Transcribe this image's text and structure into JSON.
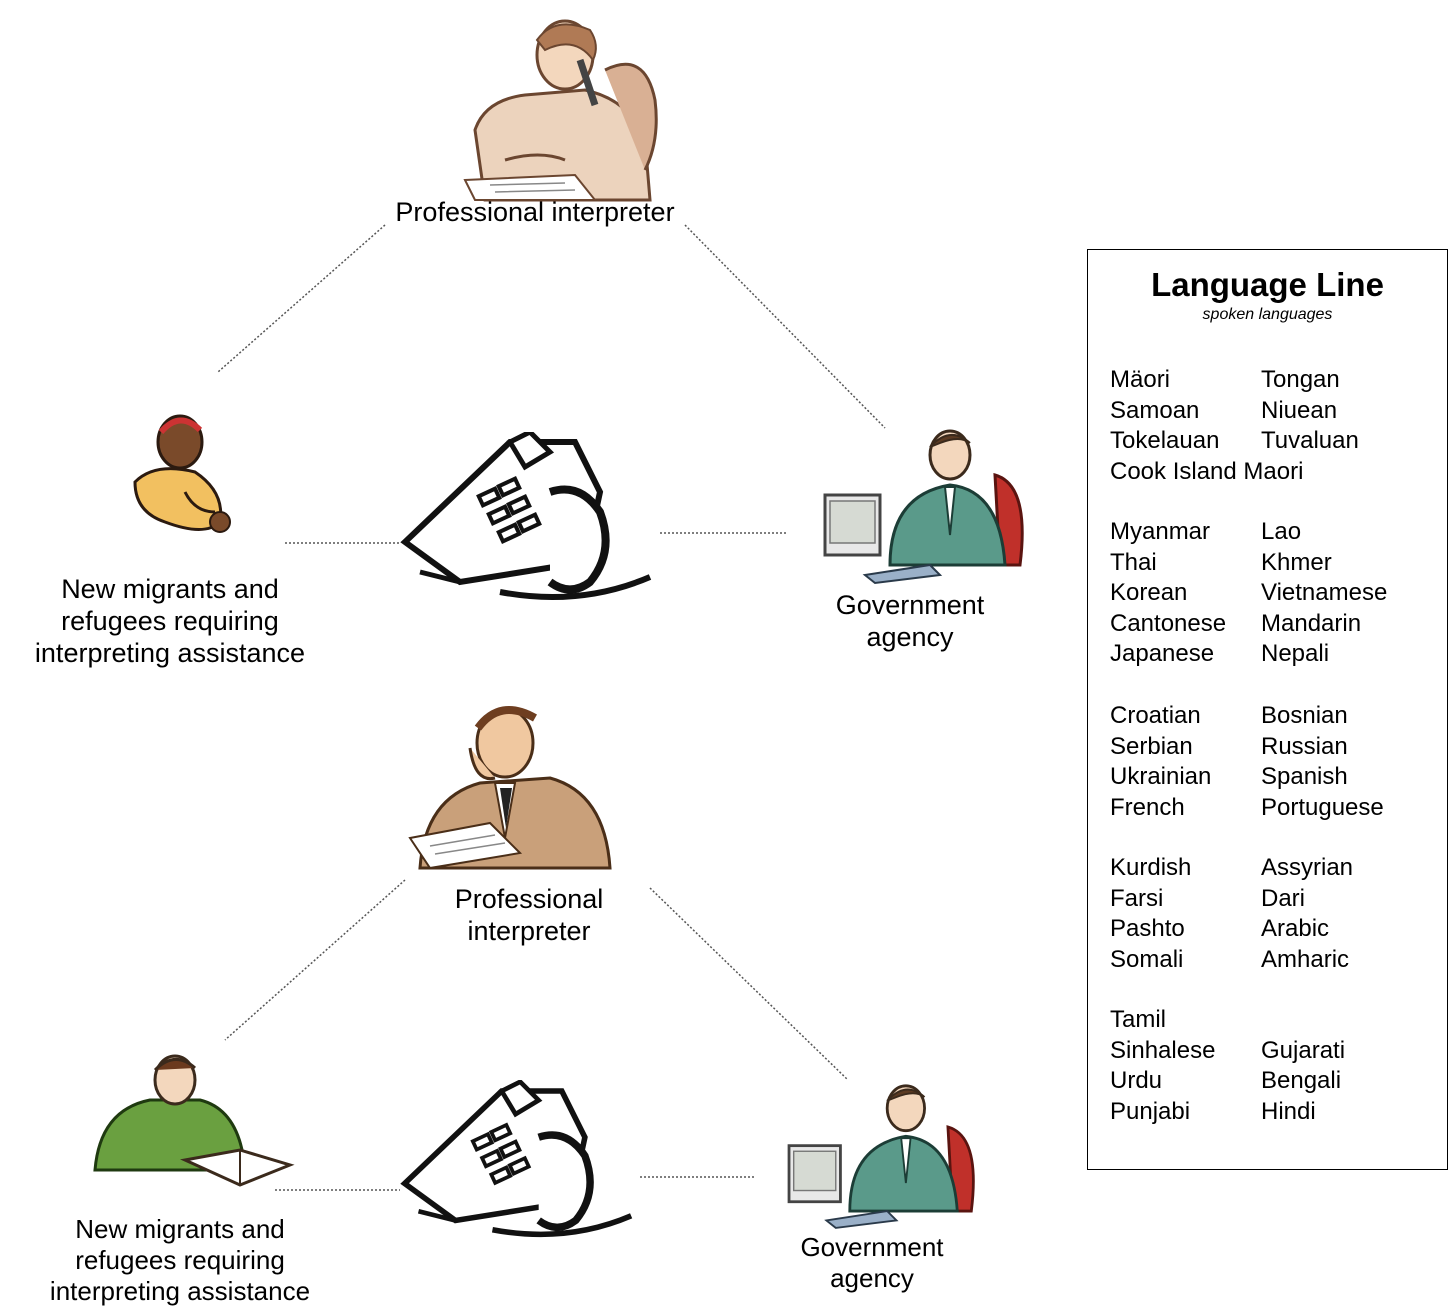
{
  "diagram_top": {
    "interpreter_label": "Professional interpreter",
    "migrant_label": [
      "New migrants and",
      "refugees requiring",
      "interpreting assistance"
    ],
    "agency_label": [
      "Government",
      "agency"
    ]
  },
  "diagram_bottom": {
    "interpreter_label": [
      "Professional",
      "interpreter"
    ],
    "migrant_label": [
      "New migrants and",
      "refugees requiring",
      "interpreting assistance"
    ],
    "agency_label": [
      "Government",
      "agency"
    ]
  },
  "legend": {
    "title": "Language Line",
    "subtitle": "spoken languages",
    "groups": [
      [
        [
          "Mäori",
          "Tongan"
        ],
        [
          "Samoan",
          "Niuean"
        ],
        [
          "Tokelauan",
          "Tuvaluan"
        ],
        [
          "Cook Island Maori",
          ""
        ]
      ],
      [
        [
          "Myanmar",
          "Lao"
        ],
        [
          "Thai",
          "Khmer"
        ],
        [
          "Korean",
          "Vietnamese"
        ],
        [
          "Cantonese",
          "Mandarin"
        ],
        [
          "Japanese",
          "Nepali"
        ]
      ],
      [
        [
          "Croatian",
          "Bosnian"
        ],
        [
          "Serbian",
          "Russian"
        ],
        [
          "Ukrainian",
          "Spanish"
        ],
        [
          "French",
          "Portuguese"
        ]
      ],
      [
        [
          "Kurdish",
          "Assyrian"
        ],
        [
          "Farsi",
          "Dari"
        ],
        [
          "Pashto",
          "Arabic"
        ],
        [
          "Somali",
          "Amharic"
        ]
      ],
      [
        [
          "Tamil",
          ""
        ],
        [
          "Sinhalese",
          "Gujarati"
        ],
        [
          "Urdu",
          "Bengali"
        ],
        [
          "Punjabi",
          "Hindi"
        ]
      ]
    ]
  },
  "colors": {
    "line": "#555555",
    "skin": "#f0c8a0",
    "interpreter_suit_top": "#e8cdb5",
    "interpreter_suit_bottom": "#c9a07a",
    "agency_suit": "#5a9a8a",
    "chair": "#c0302a",
    "migrant_top_shirt": "#f2c060",
    "migrant_bottom_shirt": "#6aa040"
  },
  "icons": {
    "interpreter": "interpreter-on-phone-clipart",
    "migrant": "person-clipart",
    "phone": "desk-telephone-icon",
    "agency": "businessman-at-computer-clipart"
  }
}
